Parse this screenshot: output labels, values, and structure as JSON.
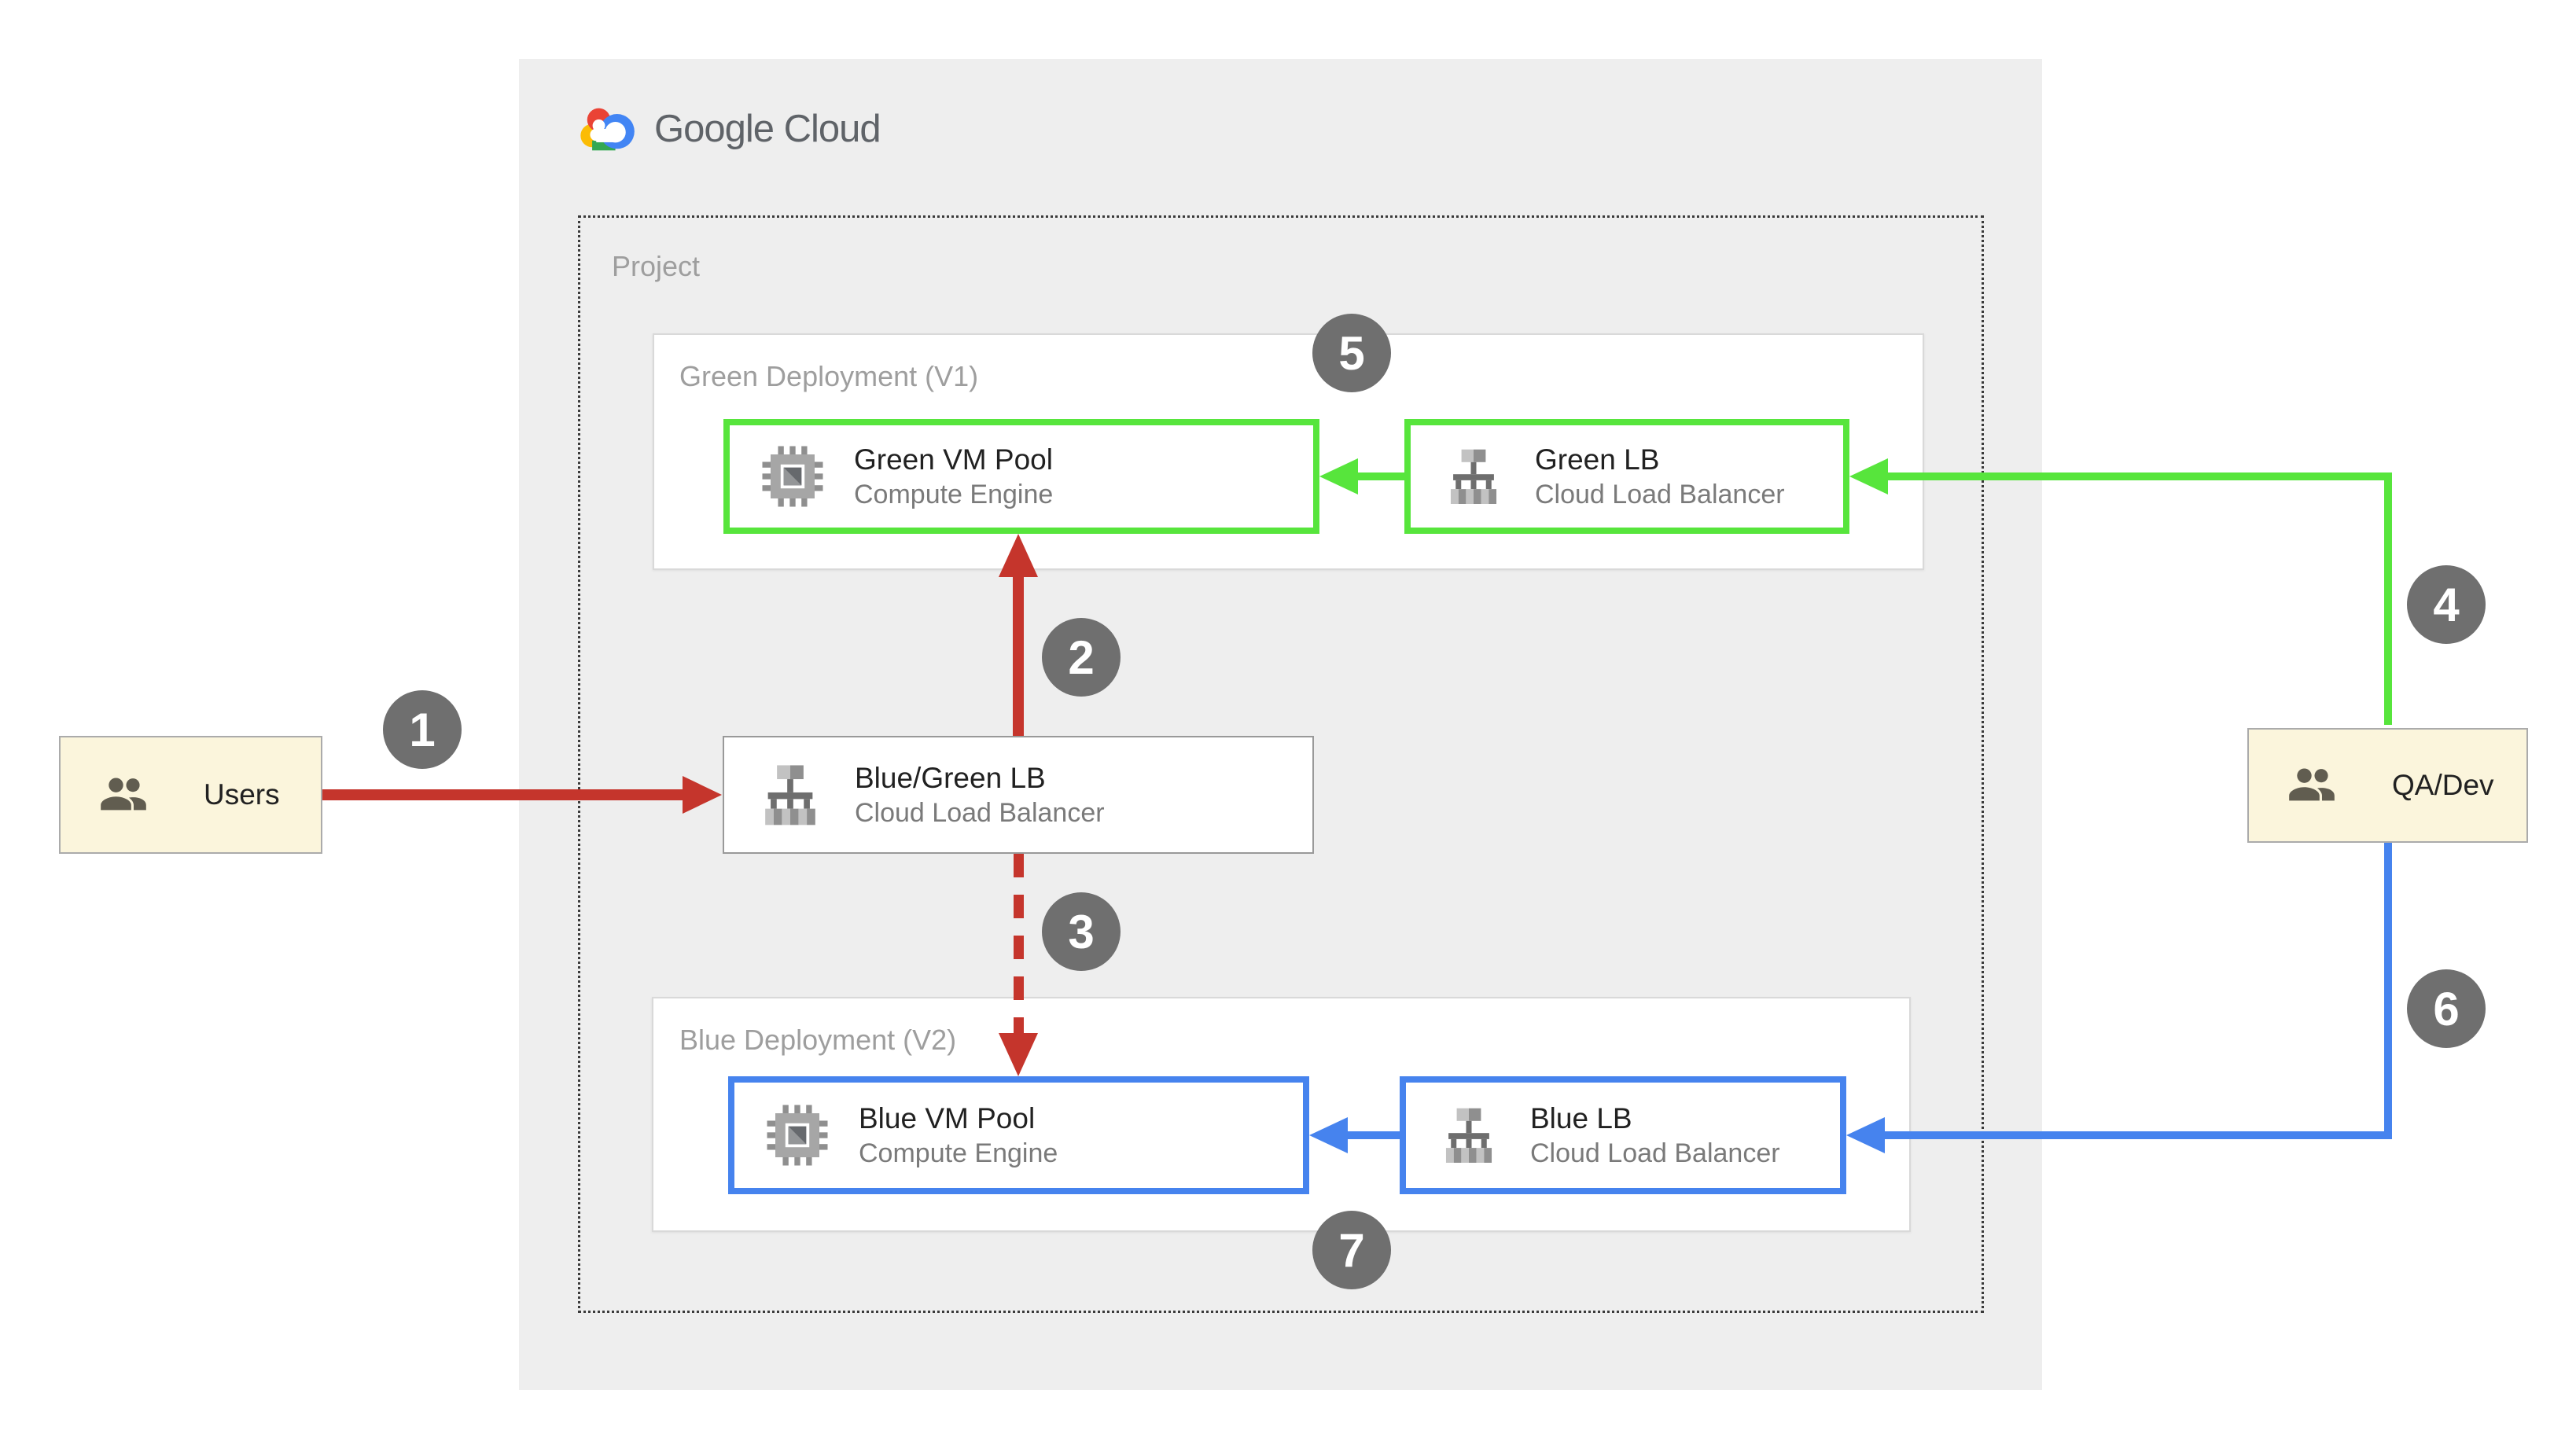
{
  "logo": {
    "brand": "Google Cloud"
  },
  "project": {
    "label": "Project"
  },
  "green_deployment": {
    "label": "Green Deployment (V1)",
    "vm_pool": {
      "title": "Green VM Pool",
      "subtitle": "Compute Engine"
    },
    "lb": {
      "title": "Green LB",
      "subtitle": "Cloud Load Balancer"
    }
  },
  "blue_deployment": {
    "label": "Blue Deployment (V2)",
    "vm_pool": {
      "title": "Blue VM Pool",
      "subtitle": "Compute Engine"
    },
    "lb": {
      "title": "Blue LB",
      "subtitle": "Cloud Load Balancer"
    }
  },
  "router": {
    "title": "Blue/Green LB",
    "subtitle": "Cloud Load Balancer"
  },
  "actors": {
    "users": {
      "label": "Users"
    },
    "qa_dev": {
      "label": "QA/Dev"
    }
  },
  "steps": [
    {
      "n": "1"
    },
    {
      "n": "2"
    },
    {
      "n": "3"
    },
    {
      "n": "4"
    },
    {
      "n": "5"
    },
    {
      "n": "6"
    },
    {
      "n": "7"
    }
  ],
  "icons": {
    "logo": "google-cloud-logo",
    "compute": "compute-engine-chip-icon",
    "load_balancer": "load-balancer-tree-icon",
    "people": "people-icon"
  },
  "colors": {
    "panel": "#EEEEEE",
    "cream": "#FBF5DC",
    "cream-border": "#ABABAB",
    "red": "#C5352C",
    "green": "#57E53C",
    "blue": "#4683EE",
    "circle-gray": "#6F6F6F",
    "label-gray": "#9E9E9E",
    "title-dark": "#212121",
    "subtitle-gray": "#7A7A7A",
    "logo-gray": "#5F6368",
    "border-light": "#D9D9D9",
    "border-mid": "#999999"
  }
}
